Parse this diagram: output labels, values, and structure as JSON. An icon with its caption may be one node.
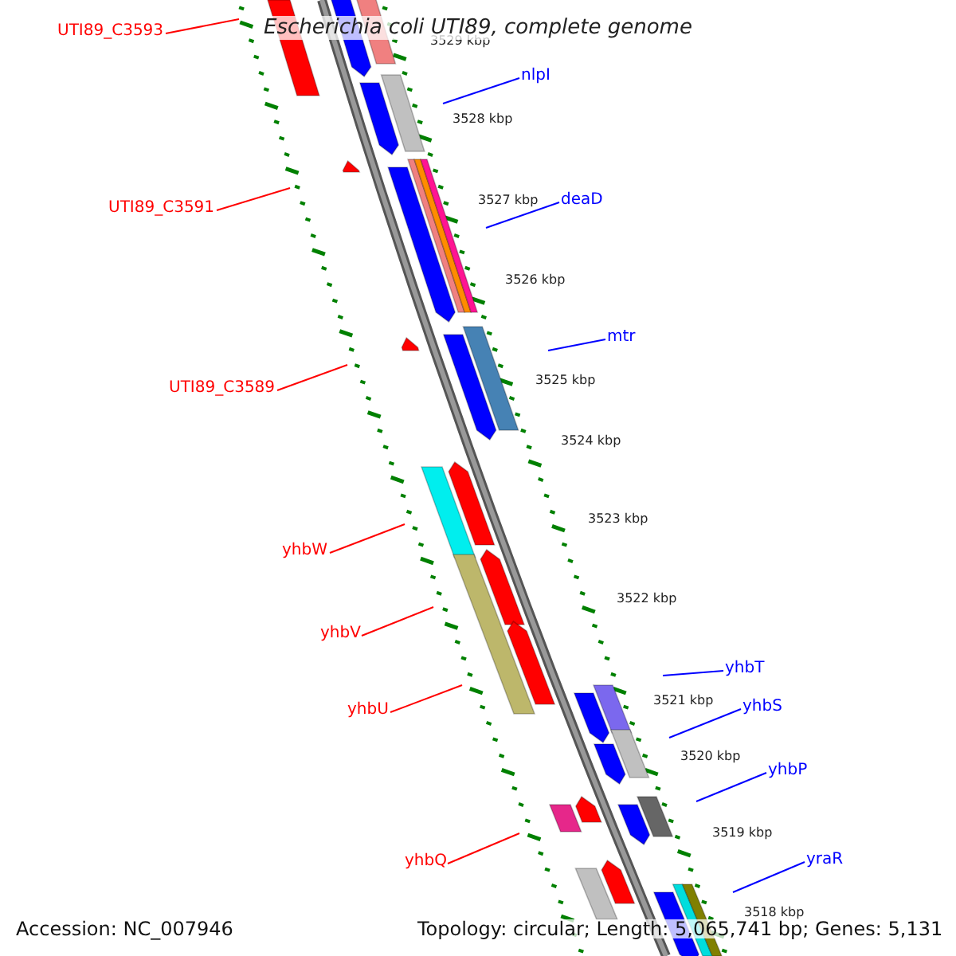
{
  "diagram": {
    "title": "Escherichia coli UTI89, complete genome",
    "nodes": [
      {
        "text": [
          "UTI89_C3593"
        ]
      },
      {
        "text": [
          "nlpI"
        ]
      },
      {
        "text": [
          "deaD"
        ]
      },
      {
        "text": [
          "UTI89_C3591"
        ]
      },
      {
        "text": [
          "mtr"
        ]
      },
      {
        "text": [
          "UTI89_C3589"
        ]
      },
      {
        "text": [
          "yhbW"
        ]
      },
      {
        "text": [
          "yhbV"
        ]
      },
      {
        "text": [
          "yhbT"
        ]
      },
      {
        "text": [
          "yhbU"
        ]
      },
      {
        "text": [
          "yhbS"
        ]
      },
      {
        "text": [
          "yhbP"
        ]
      },
      {
        "text": [
          "yhbQ"
        ]
      },
      {
        "text": [
          "yraR"
        ]
      }
    ],
    "edges": [
      {
        "from": 0,
        "to": null,
        "arrow": "none",
        "color": "#ff0000"
      },
      {
        "from": 1,
        "to": null,
        "arrow": "none",
        "color": "#0000ff"
      },
      {
        "from": 2,
        "to": null,
        "arrow": "none",
        "color": "#0000ff"
      },
      {
        "from": 3,
        "to": null,
        "arrow": "none",
        "color": "#ff0000"
      },
      {
        "from": 4,
        "to": null,
        "arrow": "none",
        "color": "#0000ff"
      },
      {
        "from": 5,
        "to": null,
        "arrow": "none",
        "color": "#ff0000"
      },
      {
        "from": 6,
        "to": null,
        "arrow": "none",
        "color": "#ff0000"
      },
      {
        "from": 7,
        "to": null,
        "arrow": "none",
        "color": "#ff0000"
      },
      {
        "from": 8,
        "to": null,
        "arrow": "none",
        "color": "#0000ff"
      },
      {
        "from": 9,
        "to": null,
        "arrow": "none",
        "color": "#ff0000"
      },
      {
        "from": 10,
        "to": null,
        "arrow": "none",
        "color": "#0000ff"
      },
      {
        "from": 11,
        "to": null,
        "arrow": "none",
        "color": "#0000ff"
      },
      {
        "from": 12,
        "to": null,
        "arrow": "none",
        "color": "#ff0000"
      },
      {
        "from": 13,
        "to": null,
        "arrow": "none",
        "color": "#0000ff"
      }
    ],
    "labels": [
      "3529 kbp",
      "3528 kbp",
      "3527 kbp",
      "3526 kbp",
      "3525 kbp",
      "3524 kbp",
      "3523 kbp",
      "3522 kbp",
      "3521 kbp",
      "3520 kbp",
      "3519 kbp",
      "3518 kbp",
      "Accession: NC_007946",
      "Topology: circular; Length: 5,065,741 bp; Genes: 5,131"
    ]
  }
}
